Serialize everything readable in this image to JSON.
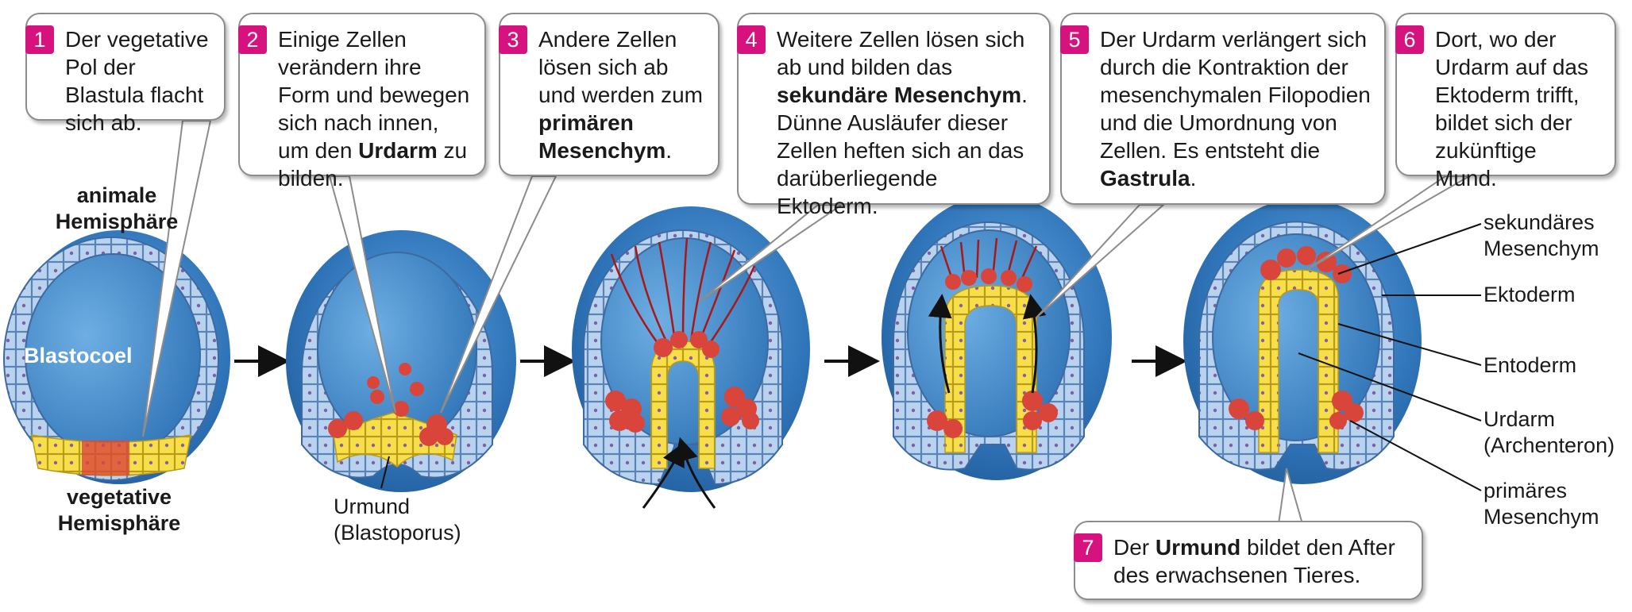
{
  "steps": [
    {
      "number": "1",
      "parts": [
        {
          "t": "Der vegetative Pol der Blastula flacht sich ab.",
          "b": false
        }
      ]
    },
    {
      "number": "2",
      "parts": [
        {
          "t": "Einige Zellen verändern ihre Form und bewegen sich nach innen, um den ",
          "b": false
        },
        {
          "t": "Urdarm",
          "b": true
        },
        {
          "t": " zu bilden.",
          "b": false
        }
      ]
    },
    {
      "number": "3",
      "parts": [
        {
          "t": "Andere Zellen lösen sich ab und werden zum ",
          "b": false
        },
        {
          "t": "primären Mesenchym",
          "b": true
        },
        {
          "t": ".",
          "b": false
        }
      ]
    },
    {
      "number": "4",
      "parts": [
        {
          "t": "Weitere Zellen lösen sich ab und bilden das ",
          "b": false
        },
        {
          "t": "sekundäre Mesenchym",
          "b": true
        },
        {
          "t": ". Dünne Ausläufer dieser Zellen heften sich an das darüberliegende Ektoderm.",
          "b": false
        }
      ]
    },
    {
      "number": "5",
      "parts": [
        {
          "t": "Der Urdarm verlängert sich durch die Kontraktion der mesenchymalen Filopodien und die Umordnung von Zellen. Es entsteht die ",
          "b": false
        },
        {
          "t": "Gastrula",
          "b": true
        },
        {
          "t": ".",
          "b": false
        }
      ]
    },
    {
      "number": "6",
      "parts": [
        {
          "t": "Dort, wo der Urdarm auf das Ektoderm trifft, bildet sich der zukünftige Mund.",
          "b": false
        }
      ]
    },
    {
      "number": "7",
      "parts": [
        {
          "t": "Der ",
          "b": false
        },
        {
          "t": "Urmund",
          "b": true
        },
        {
          "t": " bildet den After des erwachsenen Tieres.",
          "b": false
        }
      ]
    }
  ],
  "labels": {
    "animal_hemisphere": "animale Hemisphäre",
    "vegetal_hemisphere": "vegetative Hemisphäre",
    "blastocoel": "Blastocoel",
    "blastopore": "Urmund (Blastoporus)",
    "secondary_mesenchyme": "sekundäres Mesenchym",
    "ectoderm": "Ektoderm",
    "endoderm": "Entoderm",
    "archenteron": "Urdarm (Archenteron)",
    "primary_mesenchyme": "primäres Mesenchym"
  },
  "colors": {
    "step_badge": "#d6127e",
    "embryo_blue": "#2a68a8",
    "cavity_blue": "#3f87c7",
    "endoderm_yellow": "#f6dc3c",
    "mesenchyme_red": "#d9453a",
    "filopodia": "#a81818"
  }
}
